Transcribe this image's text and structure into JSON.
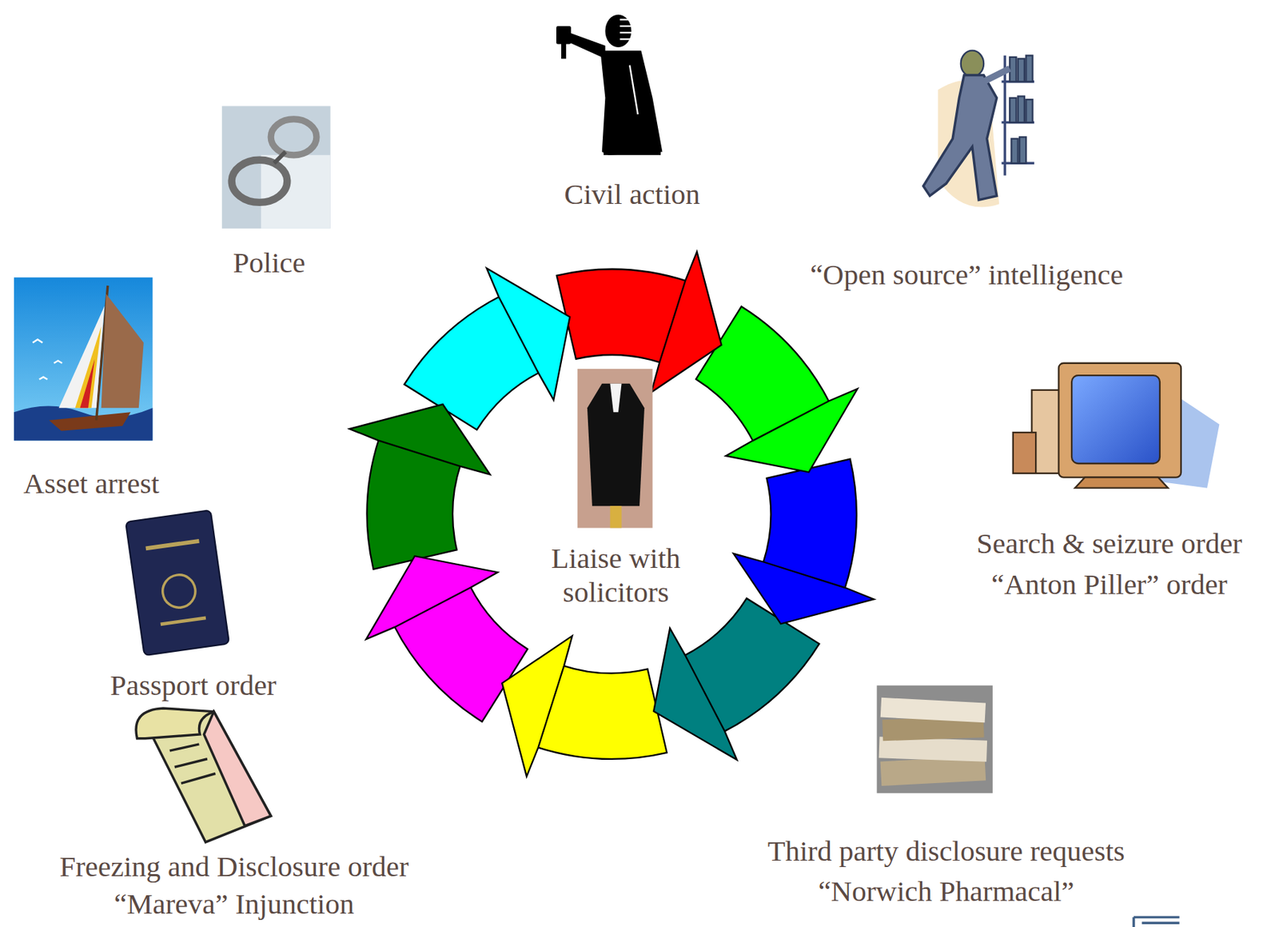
{
  "diagram": {
    "labels": [
      "Civil action",
      "“Open source” intelligence",
      "Police",
      "Asset arrest",
      "Search & seizure order",
      "“Anton Piller” order",
      "Liaise with solicitors",
      "Passport order",
      "Third party disclosure requests",
      "“Norwich Pharmacal”",
      "Freezing and Disclosure order",
      "“Mareva” Injunction"
    ]
  }
}
